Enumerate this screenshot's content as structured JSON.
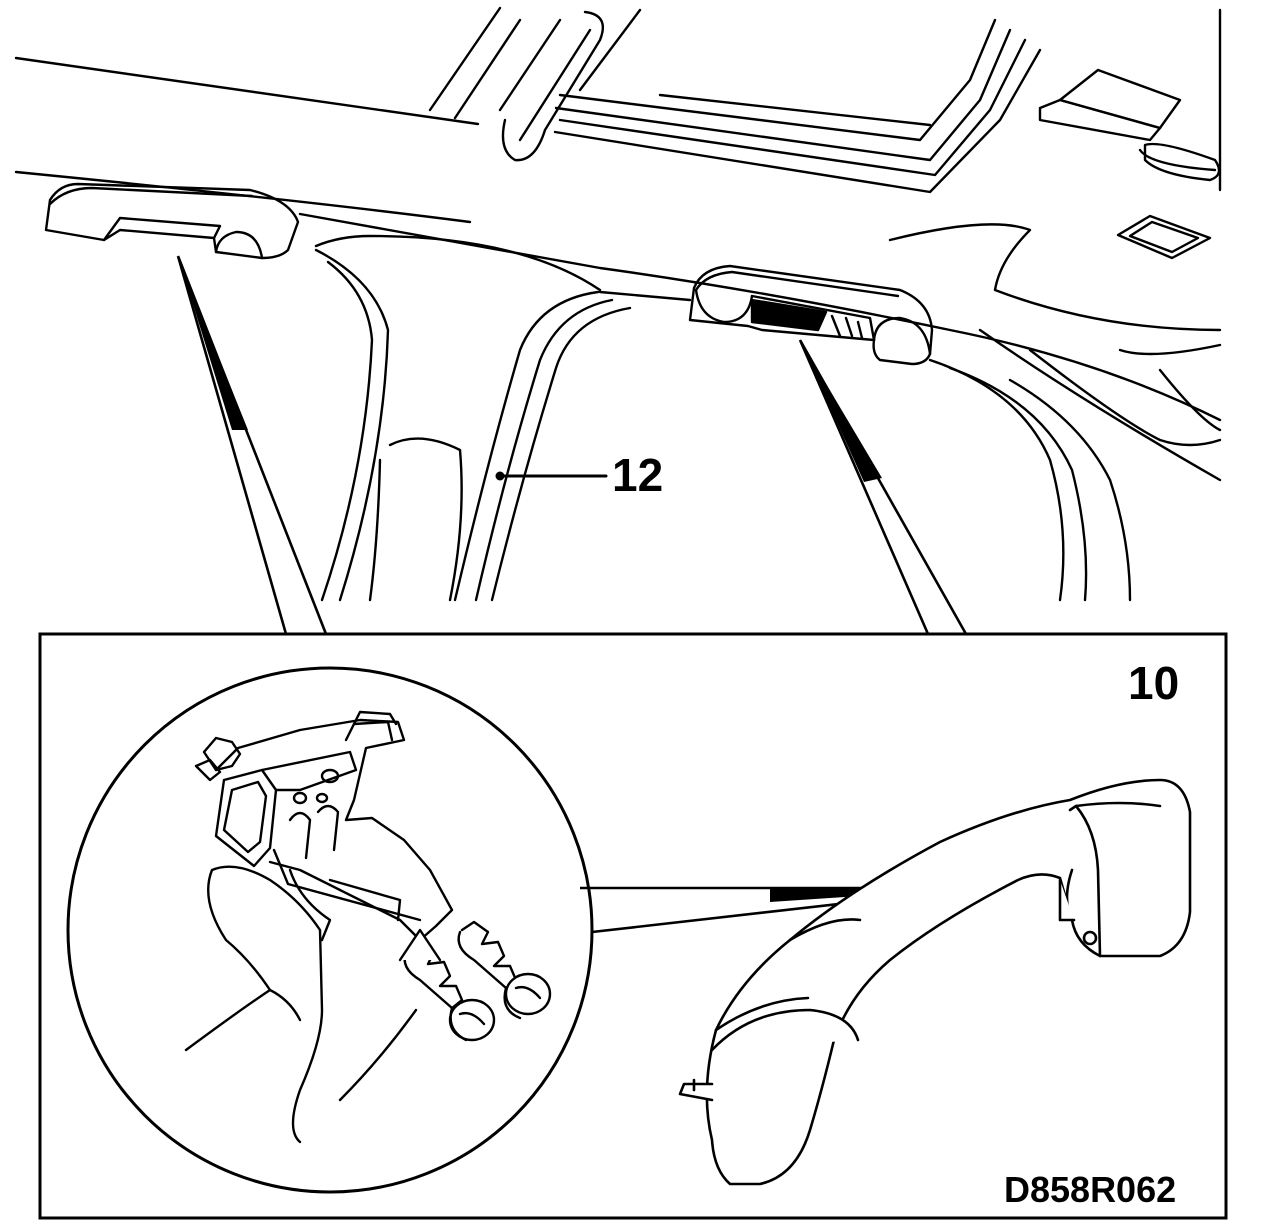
{
  "callouts": {
    "headliner_label": "12",
    "handle_label": "10"
  },
  "drawing_code": "D858R062",
  "colors": {
    "ink": "#000000",
    "paper": "#ffffff"
  }
}
